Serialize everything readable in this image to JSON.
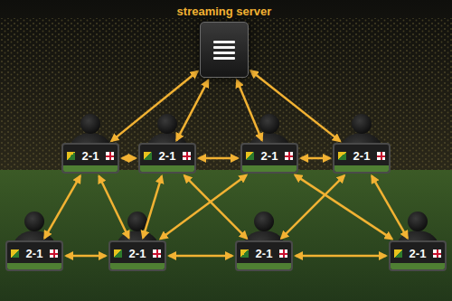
{
  "diagram": {
    "nodes": [
      {
        "text": [
          "streaming server"
        ]
      },
      {
        "text": [
          "2-1"
        ]
      },
      {
        "text": [
          "2-1"
        ]
      },
      {
        "text": [
          "2-1"
        ]
      },
      {
        "text": [
          "2-1"
        ]
      },
      {
        "text": [
          "2-1"
        ]
      },
      {
        "text": [
          "2-1"
        ]
      },
      {
        "text": [
          "2-1"
        ]
      },
      {
        "text": [
          "2-1"
        ]
      }
    ],
    "edges": [
      {
        "from": 0,
        "to": 1,
        "arrow": "both"
      },
      {
        "from": 0,
        "to": 2,
        "arrow": "both"
      },
      {
        "from": 0,
        "to": 3,
        "arrow": "both"
      },
      {
        "from": 0,
        "to": 4,
        "arrow": "both"
      },
      {
        "from": 1,
        "to": 2,
        "arrow": "both"
      },
      {
        "from": 2,
        "to": 3,
        "arrow": "both"
      },
      {
        "from": 3,
        "to": 4,
        "arrow": "both"
      },
      {
        "from": 1,
        "to": 5,
        "arrow": "both"
      },
      {
        "from": 1,
        "to": 6,
        "arrow": "both"
      },
      {
        "from": 2,
        "to": 6,
        "arrow": "both"
      },
      {
        "from": 2,
        "to": 7,
        "arrow": "both"
      },
      {
        "from": 3,
        "to": 6,
        "arrow": "both"
      },
      {
        "from": 3,
        "to": 8,
        "arrow": "both"
      },
      {
        "from": 4,
        "to": 7,
        "arrow": "both"
      },
      {
        "from": 4,
        "to": 8,
        "arrow": "both"
      },
      {
        "from": 5,
        "to": 6,
        "arrow": "both"
      },
      {
        "from": 6,
        "to": 7,
        "arrow": "both"
      },
      {
        "from": 7,
        "to": 8,
        "arrow": "both"
      }
    ]
  }
}
